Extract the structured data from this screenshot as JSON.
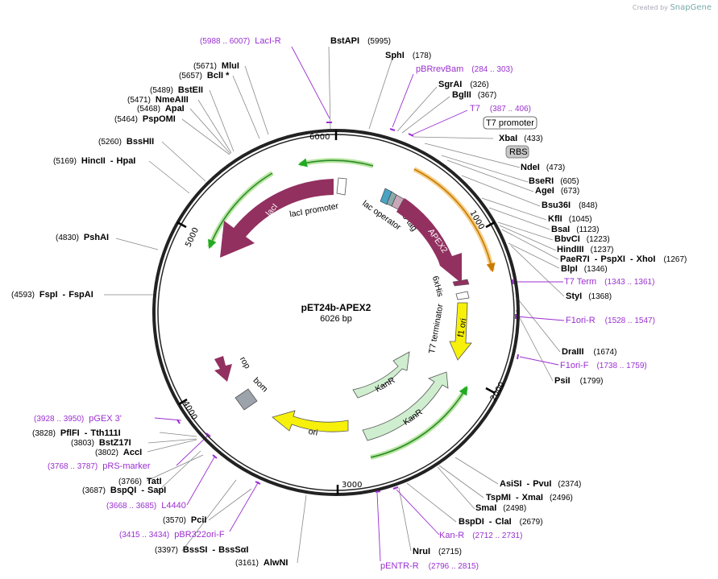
{
  "credit": {
    "created_by": "Created by",
    "brand": "SnapGene"
  },
  "plasmid": {
    "name": "pET24b-APEX2",
    "size_label": "6026 bp"
  },
  "ticks": [
    "1000",
    "2000",
    "3000",
    "4000",
    "5000",
    "6000"
  ],
  "features": {
    "lacI": "lacI",
    "lacI_promoter": "lacI promoter",
    "lac_operator": "lac operator",
    "V5_tag": "V5 tag",
    "APEX2": "APEX2",
    "6xHis": "6xHis",
    "T7_terminator": "T7 terminator",
    "f1_ori": "f1 ori",
    "KanR_1": "KanR",
    "KanR_2": "KanR",
    "ori": "ori",
    "rop": "rop",
    "bom": "bom"
  },
  "enzymes": [
    {
      "name": "BstAPI",
      "pos": "(5995)"
    },
    {
      "name": "SphI",
      "pos": "(178)"
    },
    {
      "name": "SgrAI",
      "pos": "(326)"
    },
    {
      "name": "BglII",
      "pos": "(367)"
    },
    {
      "name": "XbaI",
      "pos": "(433)"
    },
    {
      "name": "NdeI",
      "pos": "(473)"
    },
    {
      "name": "BseRI",
      "pos": "(605)"
    },
    {
      "name": "AgeI",
      "pos": "(673)"
    },
    {
      "name": "Bsu36I",
      "pos": "(848)"
    },
    {
      "name": "KflI",
      "pos": "(1045)"
    },
    {
      "name": "BsaI",
      "pos": "(1123)"
    },
    {
      "name": "BbvCI",
      "pos": "(1223)"
    },
    {
      "name": "HindIII",
      "pos": "(1237)"
    },
    {
      "name": "PaeR7I",
      "name2": "PspXI",
      "name3": "XhoI",
      "pos": "(1267)"
    },
    {
      "name": "BlpI",
      "pos": "(1346)"
    },
    {
      "name": "StyI",
      "pos": "(1368)"
    },
    {
      "name": "DraIII",
      "pos": "(1674)"
    },
    {
      "name": "PsiI",
      "pos": "(1799)"
    },
    {
      "name": "AsiSI",
      "name2": "PvuI",
      "pos": "(2374)"
    },
    {
      "name": "TspMI",
      "name2": "XmaI",
      "pos": "(2496)"
    },
    {
      "name": "SmaI",
      "pos": "(2498)"
    },
    {
      "name": "BspDI",
      "name2": "ClaI",
      "pos": "(2679)"
    },
    {
      "name": "NruI",
      "pos": "(2715)"
    },
    {
      "name": "AlwNI",
      "pos": "(3161)"
    },
    {
      "name": "BssSI",
      "name2": "BssSαI",
      "pos": "(3397)"
    },
    {
      "name": "PciI",
      "pos": "(3570)"
    },
    {
      "name": "BspQI",
      "name2": "SapI",
      "pos": "(3687)"
    },
    {
      "name": "TatI",
      "pos": "(3766)"
    },
    {
      "name": "AccI",
      "pos": "(3802)"
    },
    {
      "name": "BstZ17I",
      "pos": "(3803)"
    },
    {
      "name": "PflFI",
      "name2": "Tth111I",
      "pos": "(3828)"
    },
    {
      "name": "FspI",
      "name2": "FspAI",
      "pos": "(4593)"
    },
    {
      "name": "PshAI",
      "pos": "(4830)"
    },
    {
      "name": "HincII",
      "name2": "HpaI",
      "pos": "(5169)"
    },
    {
      "name": "BssHII",
      "pos": "(5260)"
    },
    {
      "name": "PspOMI",
      "pos": "(5464)"
    },
    {
      "name": "ApaI",
      "pos": "(5468)"
    },
    {
      "name": "NmeAIII",
      "pos": "(5471)"
    },
    {
      "name": "BstEII",
      "pos": "(5489)"
    },
    {
      "name": "BclI *",
      "pos": "(5657)"
    },
    {
      "name": "MluI",
      "pos": "(5671)"
    }
  ],
  "primers": [
    {
      "name": "LacI-R",
      "range": "(5988 .. 6007)"
    },
    {
      "name": "pBRrevBam",
      "range": "(284 .. 303)"
    },
    {
      "name": "T7",
      "range": "(387 .. 406)"
    },
    {
      "name": "T7 Term",
      "range": "(1343 .. 1361)"
    },
    {
      "name": "F1ori-R",
      "range": "(1528 .. 1547)"
    },
    {
      "name": "F1ori-F",
      "range": "(1738 .. 1759)"
    },
    {
      "name": "Kan-R",
      "range": "(2712 .. 2731)"
    },
    {
      "name": "pENTR-R",
      "range": "(2796 .. 2815)"
    },
    {
      "name": "pBR322ori-F",
      "range": "(3415 .. 3434)"
    },
    {
      "name": "L4440",
      "range": "(3668 .. 3685)"
    },
    {
      "name": "pRS-marker",
      "range": "(3768 .. 3787)"
    },
    {
      "name": "pGEX 3'",
      "range": "(3928 .. 3950)"
    }
  ],
  "boxed": {
    "t7_promoter": "T7 promoter",
    "rbs": "RBS"
  }
}
